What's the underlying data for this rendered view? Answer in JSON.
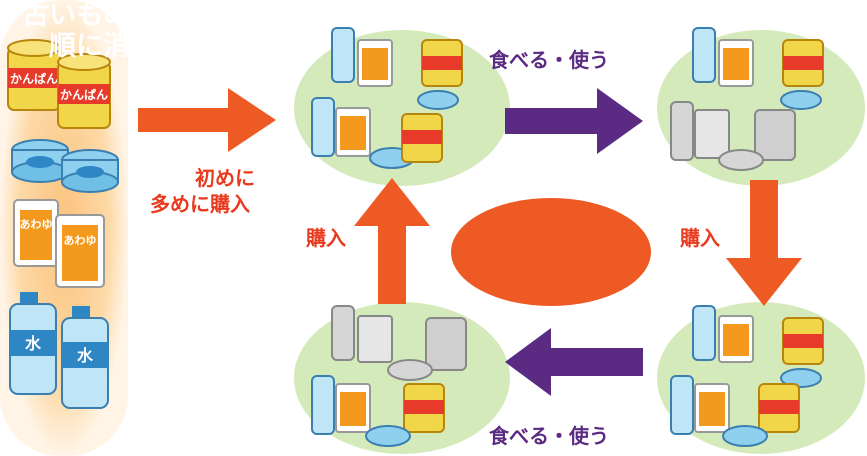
{
  "labels": {
    "first_buy_line1": "初めに",
    "first_buy_line2": "多めに購入",
    "eat_use_top": "食べる・使う",
    "eat_use_bottom": "食べる・使う",
    "buy_left": "購入",
    "buy_right": "購入",
    "center_line1": "古いものから",
    "center_line2": "順に消費"
  },
  "product_text": {
    "canned_bread": "かんぱん",
    "rice": "あわゆ",
    "water": "水"
  },
  "colors": {
    "orange_arrow": "#ee5a24",
    "purple_arrow": "#5b2a82",
    "red_text": "#ea3a1e",
    "center_oval": "#ee5a24",
    "green_halo": "#c7e3a4",
    "stock_glow": "#fbc27d"
  }
}
